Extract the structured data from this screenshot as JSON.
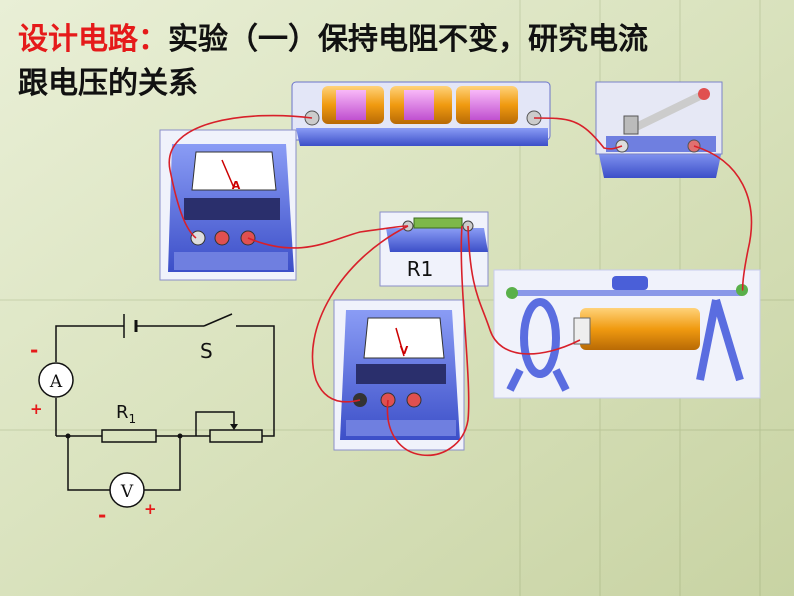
{
  "title": {
    "highlight": "设计电路：",
    "line1_rest": "实验（一）保持电阻不变，研究电流",
    "line2": "跟电压的关系"
  },
  "labels": {
    "ammeter_dial": "A",
    "voltmeter_dial": "V",
    "resistor_device": "R1",
    "switch": "S",
    "ammeter_symbol": "A",
    "voltmeter_symbol": "V",
    "resistor_symbol_main": "R",
    "resistor_symbol_sub": "1",
    "plus": "+",
    "minus": "-"
  },
  "colors": {
    "title_highlight": "#e51a1a",
    "wire": "#d8202a",
    "device_blue": "#4a5fd8",
    "coil_orange": "#f0a21a",
    "coil_pink": "#e070e0"
  }
}
